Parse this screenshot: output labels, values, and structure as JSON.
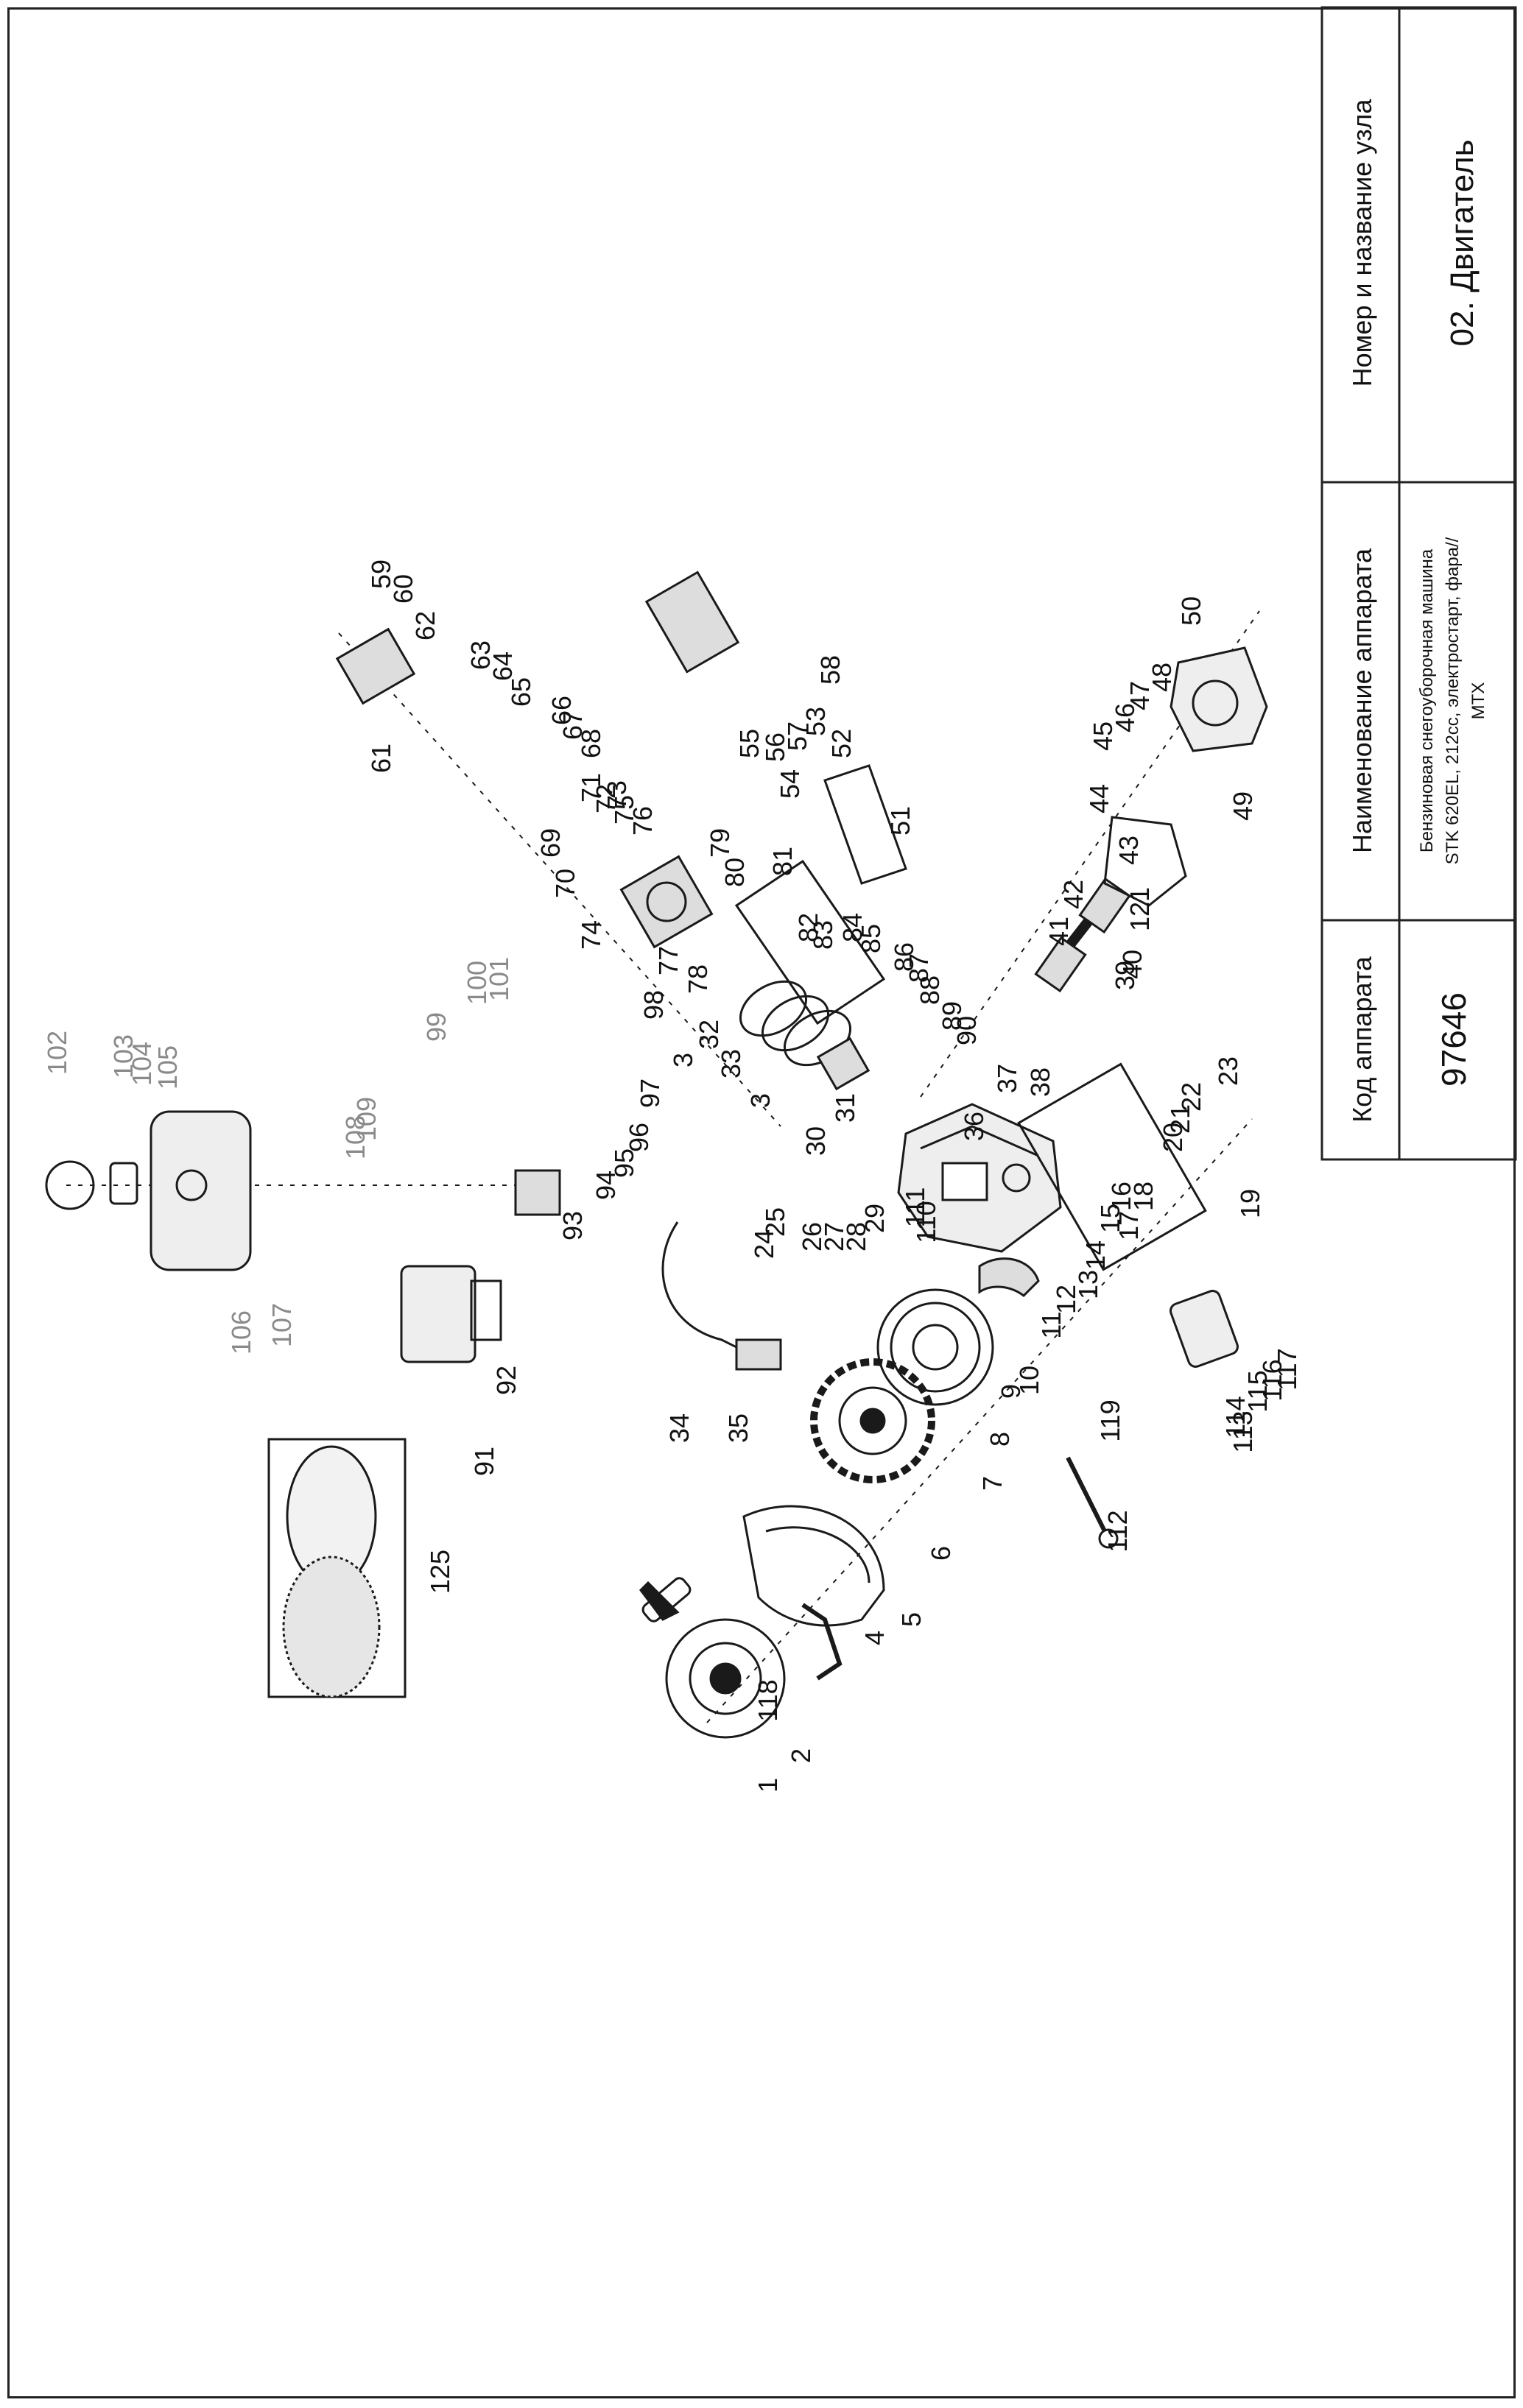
{
  "title_block": {
    "unit_header": "Номер и название узла",
    "unit_value": "02. Двигатель",
    "device_header": "Наименование аппарата",
    "device_value_line1": "Бензиновая снегоуборочная машина",
    "device_value_line2": "STK 620EL, 212cc, электростарт, фара//",
    "device_value_line3": "MTX",
    "code_header": "Код аппарата",
    "code_value": "97646"
  },
  "callouts": [
    "1",
    "2",
    "3",
    "3",
    "4",
    "5",
    "6",
    "7",
    "8",
    "9",
    "10",
    "11",
    "12",
    "13",
    "14",
    "15",
    "16",
    "17",
    "18",
    "19",
    "20",
    "21",
    "22",
    "23",
    "24",
    "25",
    "26",
    "27",
    "28",
    "29",
    "30",
    "31",
    "32",
    "33",
    "34",
    "35",
    "36",
    "37",
    "38",
    "39",
    "40",
    "41",
    "42",
    "43",
    "44",
    "45",
    "46",
    "47",
    "48",
    "49",
    "50",
    "51",
    "52",
    "53",
    "54",
    "55",
    "56",
    "57",
    "58",
    "59",
    "60",
    "61",
    "62",
    "63",
    "64",
    "65",
    "66",
    "67",
    "68",
    "69",
    "70",
    "71",
    "72",
    "73",
    "74",
    "75",
    "76",
    "77",
    "78",
    "79",
    "80",
    "81",
    "82",
    "83",
    "84",
    "85",
    "86",
    "87",
    "88",
    "89",
    "90",
    "91",
    "92",
    "93",
    "94",
    "95",
    "96",
    "97",
    "98",
    "99",
    "100",
    "101",
    "102",
    "103",
    "104",
    "105",
    "106",
    "107",
    "108",
    "109",
    "110",
    "111",
    "112",
    "113",
    "114",
    "115",
    "116",
    "117",
    "118",
    "119",
    "121",
    "125"
  ],
  "grey_callouts": [
    "99",
    "100",
    "101",
    "102",
    "103",
    "104",
    "105",
    "106",
    "107",
    "108",
    "109"
  ]
}
